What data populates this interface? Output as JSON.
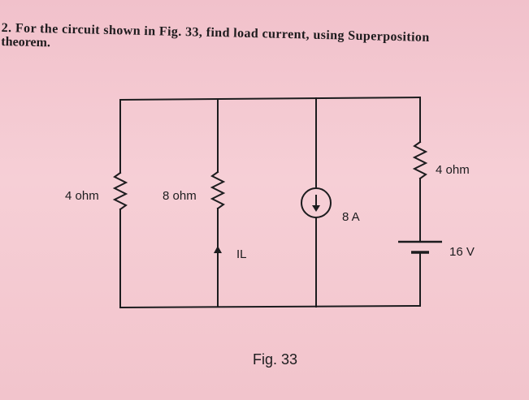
{
  "question": {
    "number": "2.",
    "text_line1": "For the circuit shown in Fig. 33, find load current, using Superposition",
    "text_line2": "theorem."
  },
  "circuit": {
    "left_resistor_label": "4 ohm",
    "middle_resistor_label": "8 ohm",
    "load_current_label": "IL",
    "current_source_label": "8 A",
    "right_resistor_label": "4 ohm",
    "battery_label": "16 V"
  },
  "figure": {
    "caption": "Fig. 33"
  },
  "colors": {
    "paper": "#f3c7cf",
    "ink": "#1c1c1e"
  }
}
